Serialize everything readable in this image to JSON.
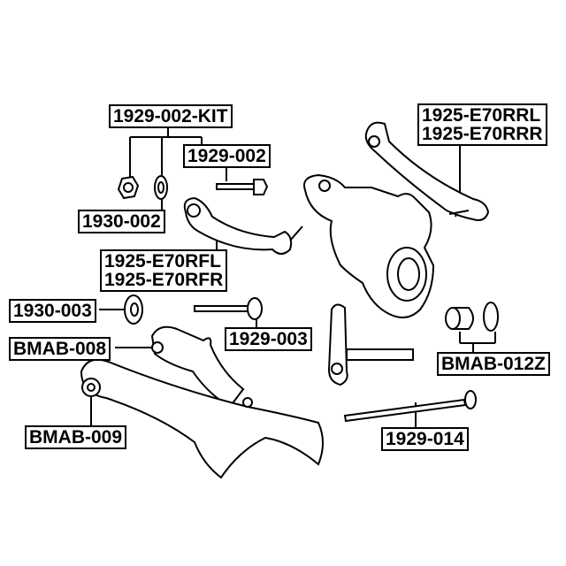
{
  "diagram": {
    "labels": {
      "kit": "1929-002-KIT",
      "bolt_002": "1929-002",
      "washer_002": "1930-002",
      "rear_rod_left": "1925-E70RRL",
      "rear_rod_right": "1925-E70RRR",
      "front_rod_left": "1925-E70RFL",
      "front_rod_right": "1925-E70RFR",
      "washer_003": "1930-003",
      "bolt_003": "1929-003",
      "bushing_008": "BMAB-008",
      "bushing_012z": "BMAB-012Z",
      "bushing_009": "BMAB-009",
      "bolt_014": "1929-014"
    }
  }
}
